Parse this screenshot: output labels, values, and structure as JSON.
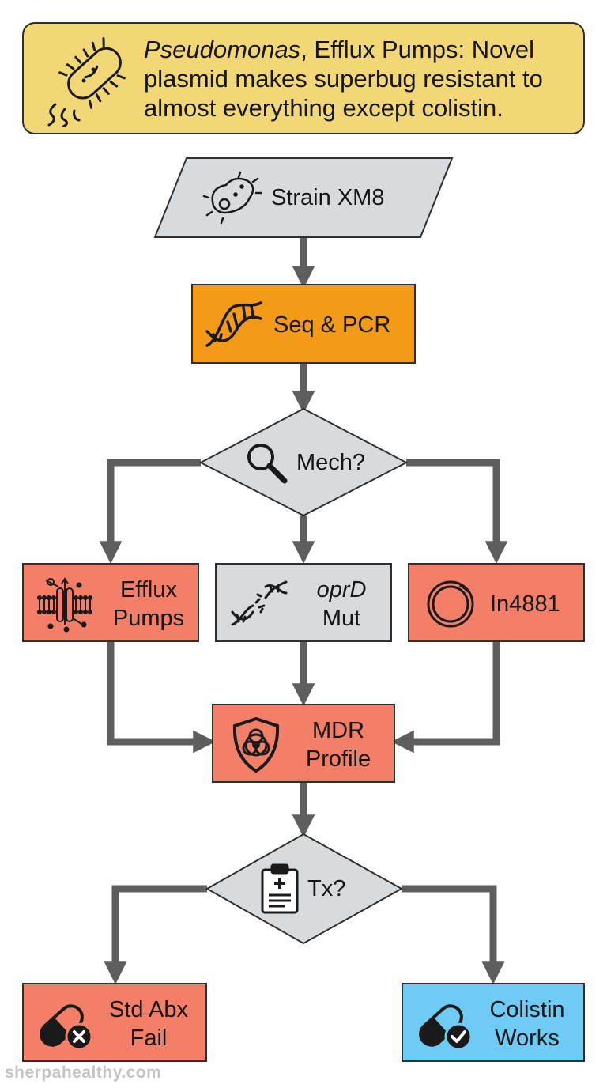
{
  "banner": {
    "title_italic": "Pseudomonas",
    "title_rest": ", Efflux Pumps: Novel plasmid makes superbug resistant to almost everything except colistin."
  },
  "nodes": {
    "strain": {
      "label": "Strain XM8",
      "icon": "bacterium-icon",
      "shape": "parallelogram"
    },
    "seq": {
      "label": "Seq & PCR",
      "icon": "dna-icon",
      "shape": "process"
    },
    "mech": {
      "label": "Mech?",
      "icon": "magnifier-icon",
      "shape": "decision"
    },
    "efflux": {
      "label_line1": "Efflux",
      "label_line2": "Pumps",
      "icon": "membrane-pump-icon"
    },
    "oprd": {
      "label_line1": "oprD",
      "label_line2": "Mut",
      "icon": "broken-dna-icon"
    },
    "in4881": {
      "label": "In4881",
      "icon": "plasmid-ring-icon"
    },
    "mdr": {
      "label_line1": "MDR",
      "label_line2": "Profile",
      "icon": "biohazard-shield-icon"
    },
    "tx": {
      "label": "Tx?",
      "icon": "clipboard-icon",
      "shape": "decision"
    },
    "std": {
      "label_line1": "Std Abx",
      "label_line2": "Fail",
      "icon": "pill-x-icon"
    },
    "colistin": {
      "label_line1": "Colistin",
      "label_line2": "Works",
      "icon": "pill-check-icon"
    }
  },
  "colors": {
    "banner": "#f2d777",
    "grey_node": "#d8dbdd",
    "orange_node": "#f39a18",
    "red_node": "#f37f68",
    "blue_node": "#6dcbf6",
    "arrow": "#5e5e5e"
  },
  "footer": {
    "watermark": "sherpahealthy.com"
  }
}
